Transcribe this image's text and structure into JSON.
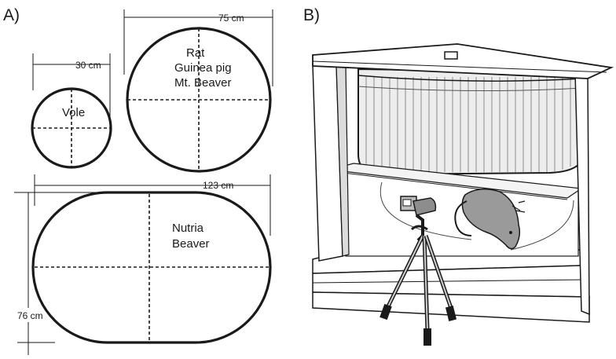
{
  "panels": {
    "a_label": "A)",
    "b_label": "B)"
  },
  "enclosures": {
    "vole": {
      "dimension": "30 cm",
      "lines": [
        "Vole"
      ]
    },
    "rat": {
      "dimension": "75 cm",
      "lines": [
        "Rat",
        "Guinea pig",
        "Mt. Beaver"
      ]
    },
    "nutria": {
      "width": "123 cm",
      "height": "76 cm",
      "lines": [
        "Nutria",
        "Beaver"
      ]
    }
  }
}
